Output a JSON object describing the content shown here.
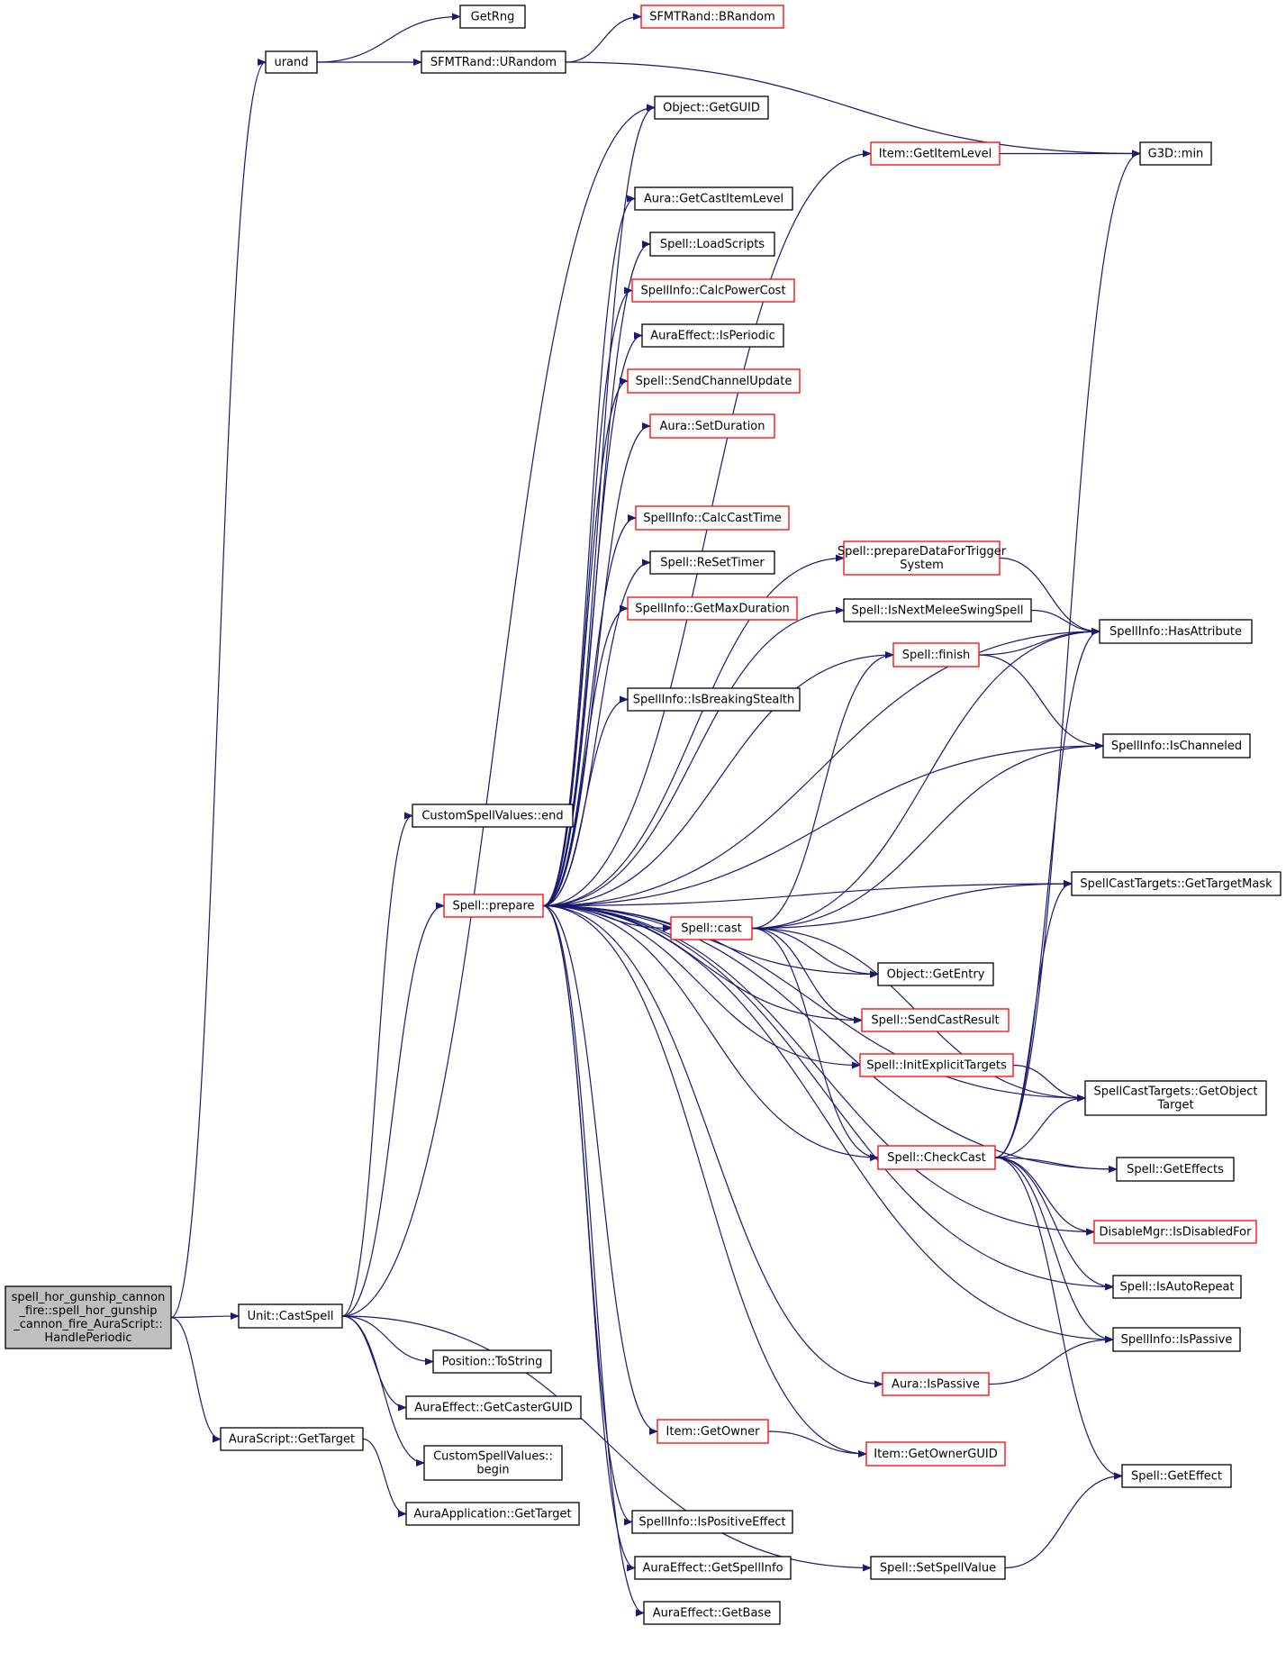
{
  "colors": {
    "edge": "#191970",
    "border_normal": "#000000",
    "border_truncated": "#ff0000",
    "fill_normal": "#ffffff",
    "fill_root": "#bfbfbf"
  },
  "nodes": [
    {
      "id": "root",
      "lines": [
        "spell_hor_gunship_cannon",
        "_fire::spell_hor_gunship",
        "_cannon_fire_AuraScript::",
        "HandlePeriodic"
      ],
      "truncated": false,
      "root": true
    },
    {
      "id": "urand",
      "lines": [
        "urand"
      ],
      "truncated": false
    },
    {
      "id": "getrng",
      "lines": [
        "GetRng"
      ],
      "truncated": false
    },
    {
      "id": "sfmt_urandom",
      "lines": [
        "SFMTRand::URandom"
      ],
      "truncated": false
    },
    {
      "id": "sfmt_brandom",
      "lines": [
        "SFMTRand::BRandom"
      ],
      "truncated": true
    },
    {
      "id": "g3d_min",
      "lines": [
        "G3D::min"
      ],
      "truncated": false
    },
    {
      "id": "obj_getguid",
      "lines": [
        "Object::GetGUID"
      ],
      "truncated": false
    },
    {
      "id": "item_getitemlevel",
      "lines": [
        "Item::GetItemLevel"
      ],
      "truncated": true
    },
    {
      "id": "aura_getcastitemlevel",
      "lines": [
        "Aura::GetCastItemLevel"
      ],
      "truncated": false
    },
    {
      "id": "spell_loadscripts",
      "lines": [
        "Spell::LoadScripts"
      ],
      "truncated": false
    },
    {
      "id": "si_calcpowercost",
      "lines": [
        "SpellInfo::CalcPowerCost"
      ],
      "truncated": true
    },
    {
      "id": "ae_isperiodic",
      "lines": [
        "AuraEffect::IsPeriodic"
      ],
      "truncated": false
    },
    {
      "id": "spell_sendchannelupdate",
      "lines": [
        "Spell::SendChannelUpdate"
      ],
      "truncated": true
    },
    {
      "id": "aura_setduration",
      "lines": [
        "Aura::SetDuration"
      ],
      "truncated": true
    },
    {
      "id": "si_calccasttime",
      "lines": [
        "SpellInfo::CalcCastTime"
      ],
      "truncated": true
    },
    {
      "id": "spell_resettimer",
      "lines": [
        "Spell::ReSetTimer"
      ],
      "truncated": false
    },
    {
      "id": "si_getmaxduration",
      "lines": [
        "SpellInfo::GetMaxDuration"
      ],
      "truncated": true
    },
    {
      "id": "si_isbreakingstealth",
      "lines": [
        "SpellInfo::IsBreakingStealth"
      ],
      "truncated": false
    },
    {
      "id": "spell_preparedatafortrigger",
      "lines": [
        "Spell::prepareDataForTrigger",
        "System"
      ],
      "truncated": true
    },
    {
      "id": "spell_isnextmelee",
      "lines": [
        "Spell::IsNextMeleeSwingSpell"
      ],
      "truncated": false
    },
    {
      "id": "spell_finish",
      "lines": [
        "Spell::finish"
      ],
      "truncated": true
    },
    {
      "id": "si_hasattribute",
      "lines": [
        "SpellInfo::HasAttribute"
      ],
      "truncated": false
    },
    {
      "id": "si_ischanneled",
      "lines": [
        "SpellInfo::IsChanneled"
      ],
      "truncated": false
    },
    {
      "id": "csv_end",
      "lines": [
        "CustomSpellValues::end"
      ],
      "truncated": false
    },
    {
      "id": "spell_prepare",
      "lines": [
        "Spell::prepare"
      ],
      "truncated": true
    },
    {
      "id": "sct_gettargetmask",
      "lines": [
        "SpellCastTargets::GetTargetMask"
      ],
      "truncated": false
    },
    {
      "id": "spell_cast",
      "lines": [
        "Spell::cast"
      ],
      "truncated": true
    },
    {
      "id": "obj_getentry",
      "lines": [
        "Object::GetEntry"
      ],
      "truncated": false
    },
    {
      "id": "spell_sendcastresult",
      "lines": [
        "Spell::SendCastResult"
      ],
      "truncated": true
    },
    {
      "id": "spell_initexplicittargets",
      "lines": [
        "Spell::InitExplicitTargets"
      ],
      "truncated": true
    },
    {
      "id": "sct_getobjecttarget",
      "lines": [
        "SpellCastTargets::GetObject",
        "Target"
      ],
      "truncated": false
    },
    {
      "id": "spell_checkcast",
      "lines": [
        "Spell::CheckCast"
      ],
      "truncated": true
    },
    {
      "id": "spell_geteffects",
      "lines": [
        "Spell::GetEffects"
      ],
      "truncated": false
    },
    {
      "id": "disablemgr_isdisabledfor",
      "lines": [
        "DisableMgr::IsDisabledFor"
      ],
      "truncated": true
    },
    {
      "id": "spell_isautorepeat",
      "lines": [
        "Spell::IsAutoRepeat"
      ],
      "truncated": false
    },
    {
      "id": "unit_castspell",
      "lines": [
        "Unit::CastSpell"
      ],
      "truncated": false
    },
    {
      "id": "si_ispassive",
      "lines": [
        "SpellInfo::IsPassive"
      ],
      "truncated": false
    },
    {
      "id": "pos_tostring",
      "lines": [
        "Position::ToString"
      ],
      "truncated": false
    },
    {
      "id": "aura_ispassive",
      "lines": [
        "Aura::IsPassive"
      ],
      "truncated": true
    },
    {
      "id": "ae_getcasterguid",
      "lines": [
        "AuraEffect::GetCasterGUID"
      ],
      "truncated": false
    },
    {
      "id": "item_getowner",
      "lines": [
        "Item::GetOwner"
      ],
      "truncated": true
    },
    {
      "id": "auras_gettarget",
      "lines": [
        "AuraScript::GetTarget"
      ],
      "truncated": false
    },
    {
      "id": "csv_begin",
      "lines": [
        "CustomSpellValues::",
        "begin"
      ],
      "truncated": false
    },
    {
      "id": "item_getownerguid",
      "lines": [
        "Item::GetOwnerGUID"
      ],
      "truncated": true
    },
    {
      "id": "spell_geteffect",
      "lines": [
        "Spell::GetEffect"
      ],
      "truncated": false
    },
    {
      "id": "auraapp_gettarget",
      "lines": [
        "AuraApplication::GetTarget"
      ],
      "truncated": false
    },
    {
      "id": "si_ispositiveeffect",
      "lines": [
        "SpellInfo::IsPositiveEffect"
      ],
      "truncated": false
    },
    {
      "id": "ae_getspellinfo",
      "lines": [
        "AuraEffect::GetSpellInfo"
      ],
      "truncated": false
    },
    {
      "id": "spell_setspellvalue",
      "lines": [
        "Spell::SetSpellValue"
      ],
      "truncated": false
    },
    {
      "id": "ae_getbase",
      "lines": [
        "AuraEffect::GetBase"
      ],
      "truncated": false
    }
  ],
  "edges": [
    [
      "root",
      "urand"
    ],
    [
      "root",
      "unit_castspell"
    ],
    [
      "root",
      "auras_gettarget"
    ],
    [
      "urand",
      "getrng"
    ],
    [
      "urand",
      "sfmt_urandom"
    ],
    [
      "sfmt_urandom",
      "sfmt_brandom"
    ],
    [
      "sfmt_urandom",
      "g3d_min"
    ],
    [
      "item_getitemlevel",
      "g3d_min"
    ],
    [
      "unit_castspell",
      "csv_end"
    ],
    [
      "unit_castspell",
      "spell_prepare"
    ],
    [
      "unit_castspell",
      "pos_tostring"
    ],
    [
      "unit_castspell",
      "ae_getcasterguid"
    ],
    [
      "unit_castspell",
      "csv_begin"
    ],
    [
      "unit_castspell",
      "spell_setspellvalue"
    ],
    [
      "unit_castspell",
      "obj_getguid"
    ],
    [
      "auras_gettarget",
      "auraapp_gettarget"
    ],
    [
      "spell_prepare",
      "obj_getguid"
    ],
    [
      "spell_prepare",
      "item_getitemlevel"
    ],
    [
      "spell_prepare",
      "aura_getcastitemlevel"
    ],
    [
      "spell_prepare",
      "spell_loadscripts"
    ],
    [
      "spell_prepare",
      "si_calcpowercost"
    ],
    [
      "spell_prepare",
      "ae_isperiodic"
    ],
    [
      "spell_prepare",
      "spell_sendchannelupdate"
    ],
    [
      "spell_prepare",
      "aura_setduration"
    ],
    [
      "spell_prepare",
      "si_calccasttime"
    ],
    [
      "spell_prepare",
      "spell_resettimer"
    ],
    [
      "spell_prepare",
      "si_getmaxduration"
    ],
    [
      "spell_prepare",
      "si_isbreakingstealth"
    ],
    [
      "spell_prepare",
      "spell_preparedatafortrigger"
    ],
    [
      "spell_prepare",
      "spell_isnextmelee"
    ],
    [
      "spell_prepare",
      "spell_finish"
    ],
    [
      "spell_prepare",
      "si_hasattribute"
    ],
    [
      "spell_prepare",
      "si_ischanneled"
    ],
    [
      "spell_prepare",
      "sct_gettargetmask"
    ],
    [
      "spell_prepare",
      "spell_cast"
    ],
    [
      "spell_prepare",
      "obj_getentry"
    ],
    [
      "spell_prepare",
      "spell_sendcastresult"
    ],
    [
      "spell_prepare",
      "spell_initexplicittargets"
    ],
    [
      "spell_prepare",
      "sct_getobjecttarget"
    ],
    [
      "spell_prepare",
      "spell_checkcast"
    ],
    [
      "spell_prepare",
      "spell_geteffects"
    ],
    [
      "spell_prepare",
      "disablemgr_isdisabledfor"
    ],
    [
      "spell_prepare",
      "spell_isautorepeat"
    ],
    [
      "spell_prepare",
      "si_ispassive"
    ],
    [
      "spell_prepare",
      "aura_ispassive"
    ],
    [
      "spell_prepare",
      "item_getowner"
    ],
    [
      "spell_prepare",
      "item_getownerguid"
    ],
    [
      "spell_prepare",
      "si_ispositiveeffect"
    ],
    [
      "spell_prepare",
      "ae_getspellinfo"
    ],
    [
      "spell_prepare",
      "ae_getbase"
    ],
    [
      "spell_preparedatafortrigger",
      "si_hasattribute"
    ],
    [
      "spell_isnextmelee",
      "si_hasattribute"
    ],
    [
      "spell_finish",
      "si_hasattribute"
    ],
    [
      "spell_finish",
      "si_ischanneled"
    ],
    [
      "spell_cast",
      "spell_finish"
    ],
    [
      "spell_cast",
      "si_hasattribute"
    ],
    [
      "spell_cast",
      "si_ischanneled"
    ],
    [
      "spell_cast",
      "sct_gettargetmask"
    ],
    [
      "spell_cast",
      "obj_getentry"
    ],
    [
      "spell_cast",
      "spell_sendcastresult"
    ],
    [
      "spell_cast",
      "sct_getobjecttarget"
    ],
    [
      "spell_cast",
      "spell_checkcast"
    ],
    [
      "spell_initexplicittargets",
      "sct_getobjecttarget"
    ],
    [
      "spell_checkcast",
      "g3d_min"
    ],
    [
      "spell_checkcast",
      "si_hasattribute"
    ],
    [
      "spell_checkcast",
      "sct_gettargetmask"
    ],
    [
      "spell_checkcast",
      "sct_getobjecttarget"
    ],
    [
      "spell_checkcast",
      "spell_geteffects"
    ],
    [
      "spell_checkcast",
      "disablemgr_isdisabledfor"
    ],
    [
      "spell_checkcast",
      "spell_isautorepeat"
    ],
    [
      "spell_checkcast",
      "si_ispassive"
    ],
    [
      "spell_checkcast",
      "spell_geteffect"
    ],
    [
      "aura_ispassive",
      "si_ispassive"
    ],
    [
      "item_getowner",
      "item_getownerguid"
    ],
    [
      "spell_setspellvalue",
      "spell_geteffect"
    ]
  ]
}
